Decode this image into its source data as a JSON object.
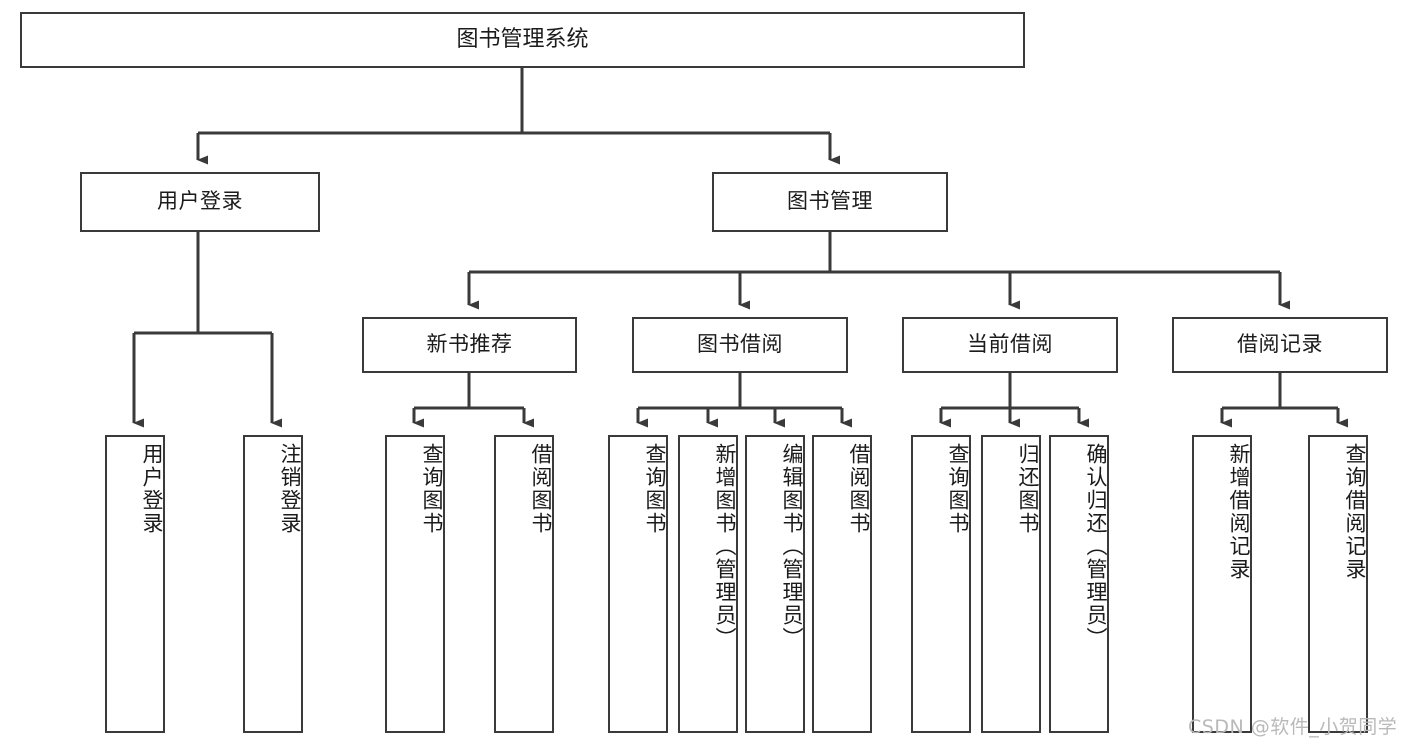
{
  "diagram": {
    "title": "图书管理系统",
    "type": "hierarchy-tree",
    "levels": 4,
    "root": {
      "id": "root",
      "label": "图书管理系统",
      "orientation": "horizontal"
    },
    "level2": [
      {
        "id": "user-login",
        "label": "用户登录",
        "orientation": "horizontal"
      },
      {
        "id": "book-management",
        "label": "图书管理",
        "orientation": "horizontal"
      }
    ],
    "level3": [
      {
        "id": "new-book-recommend",
        "label": "新书推荐",
        "orientation": "horizontal",
        "parent": "book-management"
      },
      {
        "id": "book-borrow",
        "label": "图书借阅",
        "orientation": "horizontal",
        "parent": "book-management"
      },
      {
        "id": "current-borrow",
        "label": "当前借阅",
        "orientation": "horizontal",
        "parent": "book-management"
      },
      {
        "id": "borrow-record",
        "label": "借阅记录",
        "orientation": "horizontal",
        "parent": "book-management"
      }
    ],
    "leaves": [
      {
        "id": "leaf-user-login",
        "label": "用户登录",
        "parent": "user-login",
        "orientation": "vertical"
      },
      {
        "id": "leaf-logout-login",
        "label": "注销登录",
        "parent": "user-login",
        "orientation": "vertical"
      },
      {
        "id": "leaf-query-book-1",
        "label": "查询图书",
        "parent": "new-book-recommend",
        "orientation": "vertical"
      },
      {
        "id": "leaf-borrow-book-1",
        "label": "借阅图书",
        "parent": "new-book-recommend",
        "orientation": "vertical"
      },
      {
        "id": "leaf-query-book-2",
        "label": "查询图书",
        "parent": "book-borrow",
        "orientation": "vertical"
      },
      {
        "id": "leaf-add-book",
        "label": "新增图书（管理员）",
        "parent": "book-borrow",
        "orientation": "vertical"
      },
      {
        "id": "leaf-edit-book",
        "label": "编辑图书（管理员）",
        "parent": "book-borrow",
        "orientation": "vertical"
      },
      {
        "id": "leaf-borrow-book-2",
        "label": "借阅图书",
        "parent": "book-borrow",
        "orientation": "vertical"
      },
      {
        "id": "leaf-query-book-3",
        "label": "查询图书",
        "parent": "current-borrow",
        "orientation": "vertical"
      },
      {
        "id": "leaf-return-book",
        "label": "归还图书",
        "parent": "current-borrow",
        "orientation": "vertical"
      },
      {
        "id": "leaf-confirm-return",
        "label": "确认归还（管理员）",
        "parent": "current-borrow",
        "orientation": "vertical"
      },
      {
        "id": "leaf-add-record",
        "label": "新增借阅记录",
        "parent": "borrow-record",
        "orientation": "vertical"
      },
      {
        "id": "leaf-query-record",
        "label": "查询借阅记录",
        "parent": "borrow-record",
        "orientation": "vertical"
      }
    ],
    "colors": {
      "box_border": "#3a3a3a",
      "box_fill": "#ffffff",
      "connector": "#3a3a3a",
      "text": "#1b1b1b",
      "watermark": "#b9b9b9",
      "background": "#ffffff"
    }
  },
  "watermark": {
    "text": "CSDN @软件_小贺同学"
  }
}
